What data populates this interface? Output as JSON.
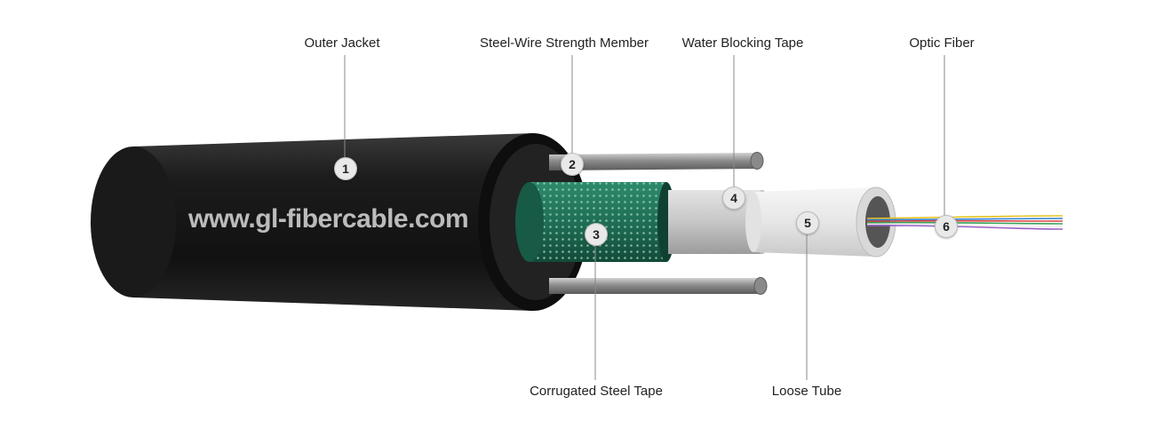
{
  "watermark": "www.gl-fibercable.com",
  "labels": {
    "outer_jacket": "Outer Jacket",
    "steel_wire": "Steel-Wire Strength Member",
    "water_blocking": "Water Blocking Tape",
    "optic_fiber": "Optic Fiber",
    "corrugated": "Corrugated Steel Tape",
    "loose_tube": "Loose Tube"
  },
  "badges": {
    "outer_jacket": "1",
    "steel_wire": "2",
    "corrugated": "3",
    "water_blocking": "4",
    "loose_tube": "5",
    "optic_fiber": "6"
  },
  "colors": {
    "jacket": "#1b1b1b",
    "corrugated_tape": "#1f6e55",
    "water_blocking_tape": "#cfcfcf",
    "loose_tube": "#ececec",
    "steel_wire": "#9a9a9a"
  },
  "fiber_colors": [
    "#e8c21c",
    "#2f7fd6",
    "#d94040",
    "#3aa05a",
    "#f0f0f0",
    "#9a5fc6"
  ]
}
